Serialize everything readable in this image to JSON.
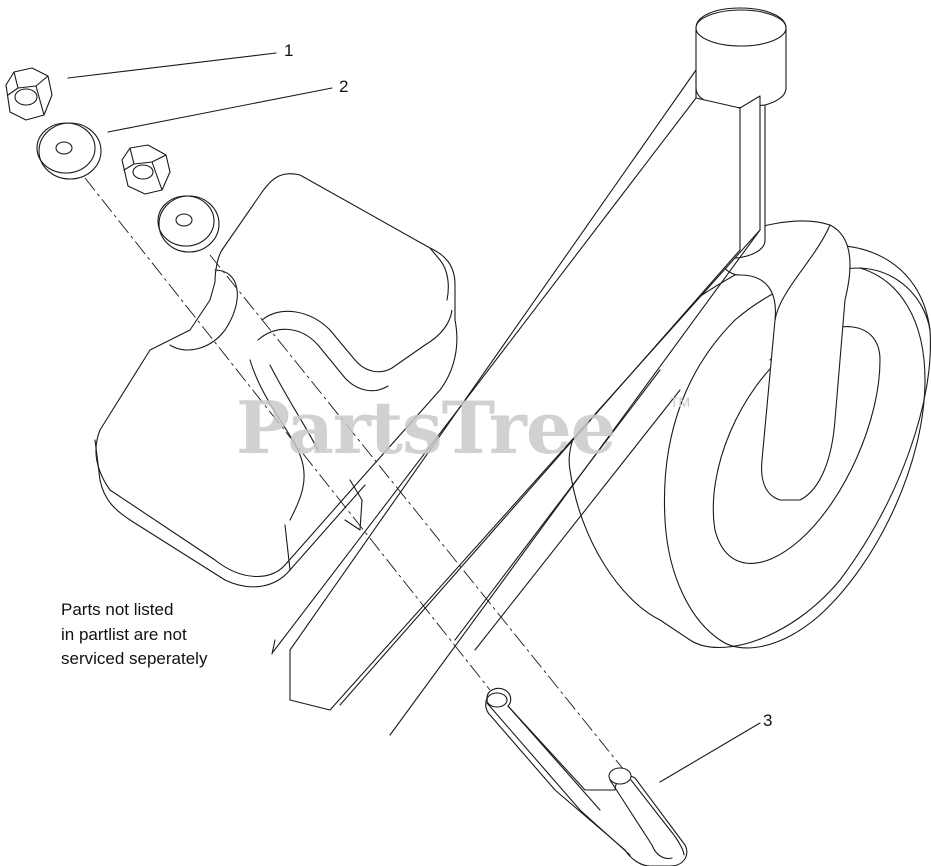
{
  "callouts": [
    {
      "label": "1"
    },
    {
      "label": "2"
    },
    {
      "label": "3"
    }
  ],
  "note": {
    "lines": [
      "Parts not listed",
      "in partlist are not",
      "serviced seperately"
    ]
  },
  "watermark": {
    "text": "PartsTree",
    "mark": "TM"
  }
}
